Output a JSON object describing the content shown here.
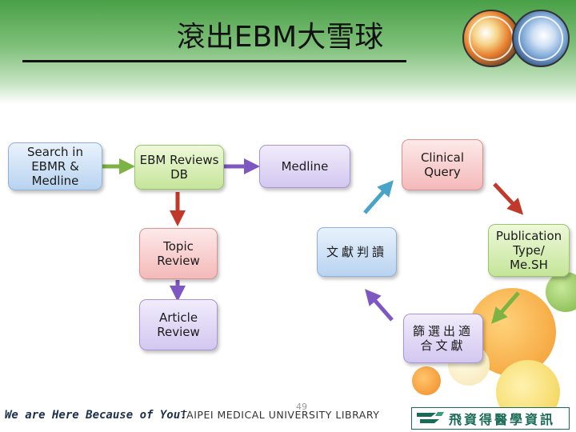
{
  "slide": {
    "title": "滾出EBM大雪球",
    "page_number": "49",
    "footer_tagline": "We are Here Because of You!",
    "footer_library": "TAIPEI MEDICAL UNIVERSITY LIBRARY",
    "logo_text": "飛資得醫學資訊"
  },
  "nodes": {
    "search": "Search in\nEBMR &\nMedline",
    "ebm_reviews": "EBM Reviews\nDB",
    "medline": "Medline",
    "clinical_query": "Clinical\nQuery",
    "publication_type": "Publication\nType/\nMe.SH",
    "literature_reading": "文獻判讀",
    "screen_literature": "篩選出適\n合文獻",
    "topic_review": "Topic\nReview",
    "article_review": "Article\nReview"
  },
  "colors": {
    "arrow_green": "#7cb342",
    "arrow_purple": "#7e57c2",
    "arrow_red": "#c0392b",
    "arrow_teal": "#4aa3c8",
    "header_green": "#49a047"
  }
}
